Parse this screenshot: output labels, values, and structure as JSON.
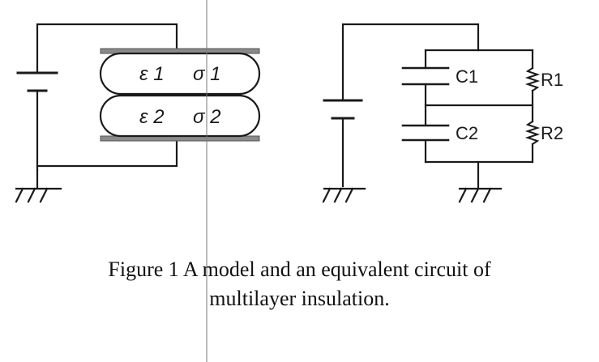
{
  "model": {
    "layer1": {
      "epsilon": "ε 1",
      "sigma": "σ 1"
    },
    "layer2": {
      "epsilon": "ε 2",
      "sigma": "σ 2"
    }
  },
  "circuit": {
    "capacitors": [
      "C1",
      "C2"
    ],
    "resistors": [
      "R1",
      "R2"
    ]
  },
  "caption": {
    "line1": "Figure 1   A model and an equivalent circuit of",
    "line2": "multilayer insulation."
  },
  "colors": {
    "ink": "#1a1a1a",
    "plate": "#8a8a8a"
  }
}
